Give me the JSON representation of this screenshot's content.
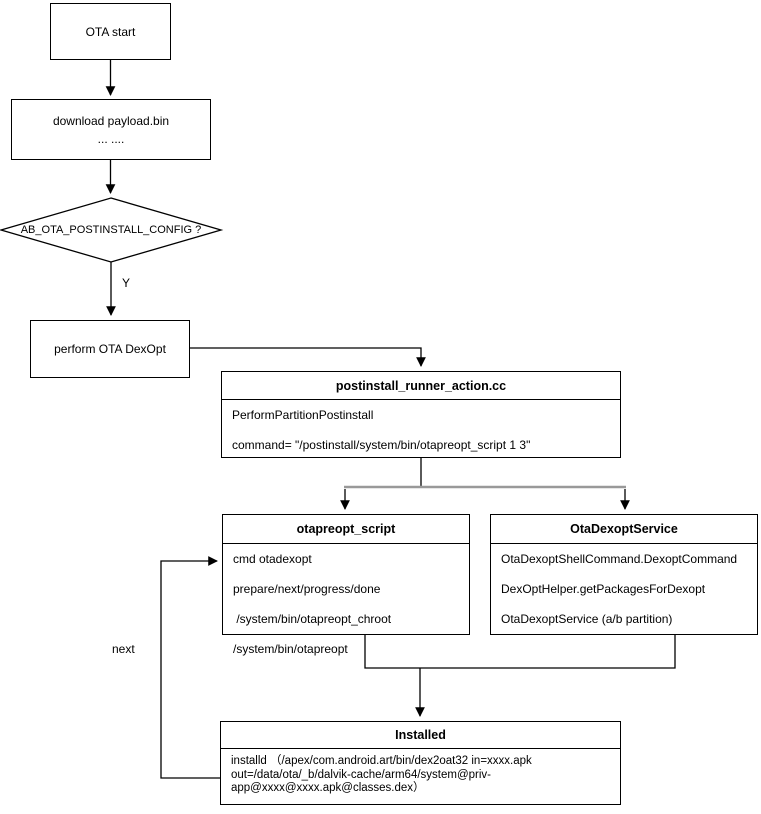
{
  "diagram": {
    "nodes": {
      "ota_start": {
        "label": "OTA start"
      },
      "download": {
        "label": "download payload.bin",
        "sub": "... ...."
      },
      "decision": {
        "label": "AB_OTA_POSTINSTALL_CONFIG ?"
      },
      "perform": {
        "label": "perform OTA DexOpt"
      },
      "postinstall_runner": {
        "title": "postinstall_runner_action.cc",
        "lines": [
          "PerformPartitionPostinstall",
          "command= \"/postinstall/system/bin/otapreopt_script 1 3\""
        ]
      },
      "otapreopt_script": {
        "title": "otapreopt_script",
        "lines": [
          "cmd otadexopt prepare/next/progress/done",
          " /system/bin/otapreopt_chroot",
          "/system/bin/otapreopt"
        ]
      },
      "ota_dexopt_service": {
        "title": "OtaDexoptService",
        "lines": [
          "OtaDexoptShellCommand.DexoptCommand",
          "DexOptHelper.getPackagesForDexopt",
          "OtaDexoptService (a/b partition)"
        ]
      },
      "installed": {
        "title": "Installed",
        "body": "installd （/apex/com.android.art/bin/dex2oat32 in=xxxx.apk out=/data/ota/_b/dalvik-cache/arm64/system@priv-app@xxxx@xxxx.apk@classes.dex）"
      }
    },
    "edge_labels": {
      "yes": "Y",
      "next": "next"
    },
    "colors": {
      "line": "#000000",
      "branch_bar": "#999999",
      "node_fill": "#ffffff",
      "text": "#000000"
    }
  }
}
